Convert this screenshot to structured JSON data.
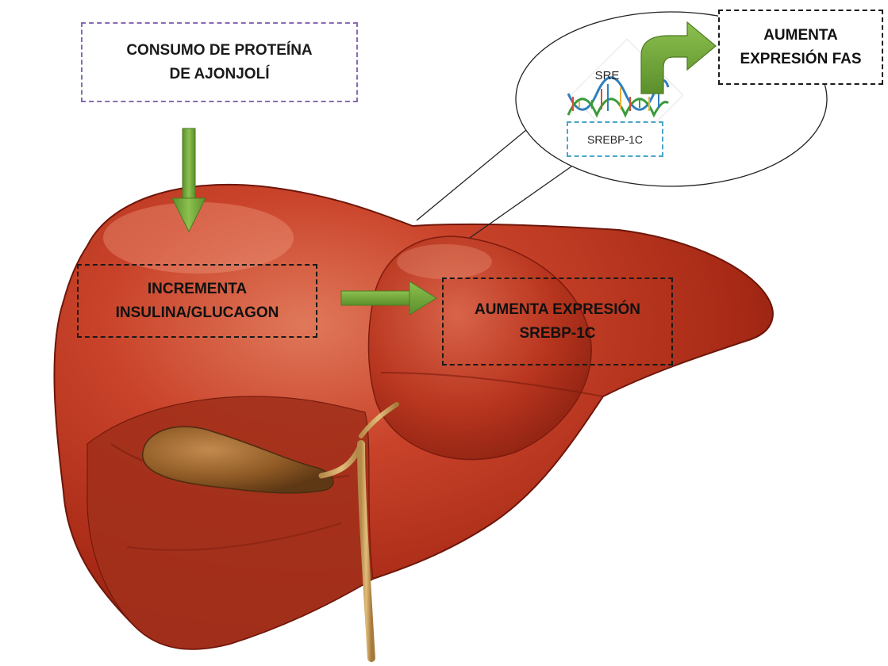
{
  "boxes": {
    "consumo": {
      "line1": "CONSUMO DE PROTEÍNA",
      "line2": "DE AJONJOLÍ"
    },
    "insulina": {
      "line1": "INCREMENTA",
      "line2": "INSULINA/GLUCAGON"
    },
    "srebp_expression": {
      "line1": "AUMENTA EXPRESIÓN",
      "line2": "SREBP-1C"
    },
    "fas_expression": {
      "line1": "AUMENTA",
      "line2": "EXPRESIÓN FAS"
    }
  },
  "zoom_inset": {
    "sre_label": "SRE",
    "gene_label": "SREBP-1C"
  },
  "colors": {
    "arrow_green": "#6fa33a",
    "liver_red": "#b8341c",
    "gallbladder": "#8a5a24",
    "consumo_border": "#8a6bb0",
    "gene_border": "#4aa6c8"
  },
  "icons": [
    "liver-illustration",
    "dna-helix-icon",
    "down-arrow-icon",
    "right-arrow-icon",
    "curved-arrow-icon"
  ]
}
